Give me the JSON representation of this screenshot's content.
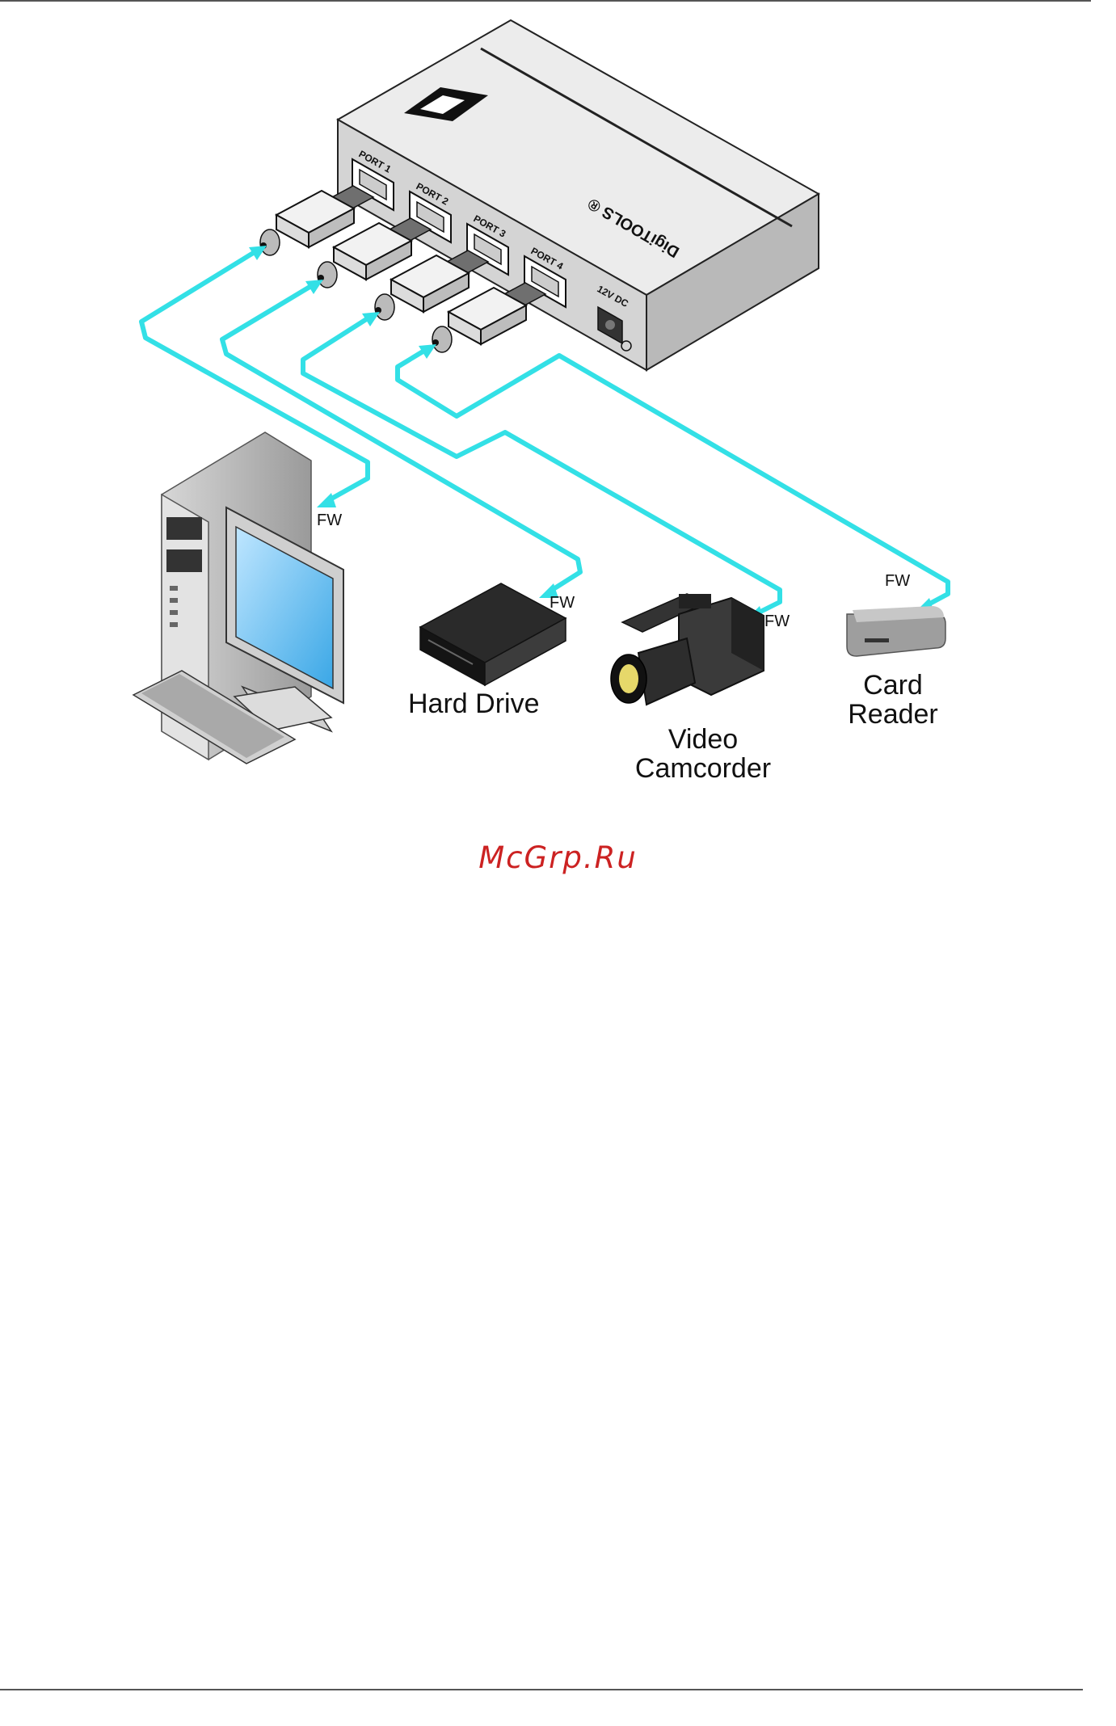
{
  "device": {
    "ports": [
      "PORT 1",
      "PORT 2",
      "PORT 3",
      "PORT 4"
    ],
    "power_label": "12V DC",
    "brand_text": "DigiTOOLS ®"
  },
  "devices": {
    "computer_fw": "FW",
    "hard_drive": {
      "fw": "FW",
      "label": "Hard Drive"
    },
    "camcorder": {
      "fw": "FW",
      "label_line1": "Video",
      "label_line2": "Camcorder"
    },
    "card_reader": {
      "fw": "FW",
      "label_line1": "Card",
      "label_line2": "Reader"
    }
  },
  "watermark": "McGrp.Ru",
  "colors": {
    "cable": "#33e0e6",
    "device_top": "#e9e9e9",
    "device_front": "#d2d2d2",
    "watermark": "#cc2222"
  }
}
